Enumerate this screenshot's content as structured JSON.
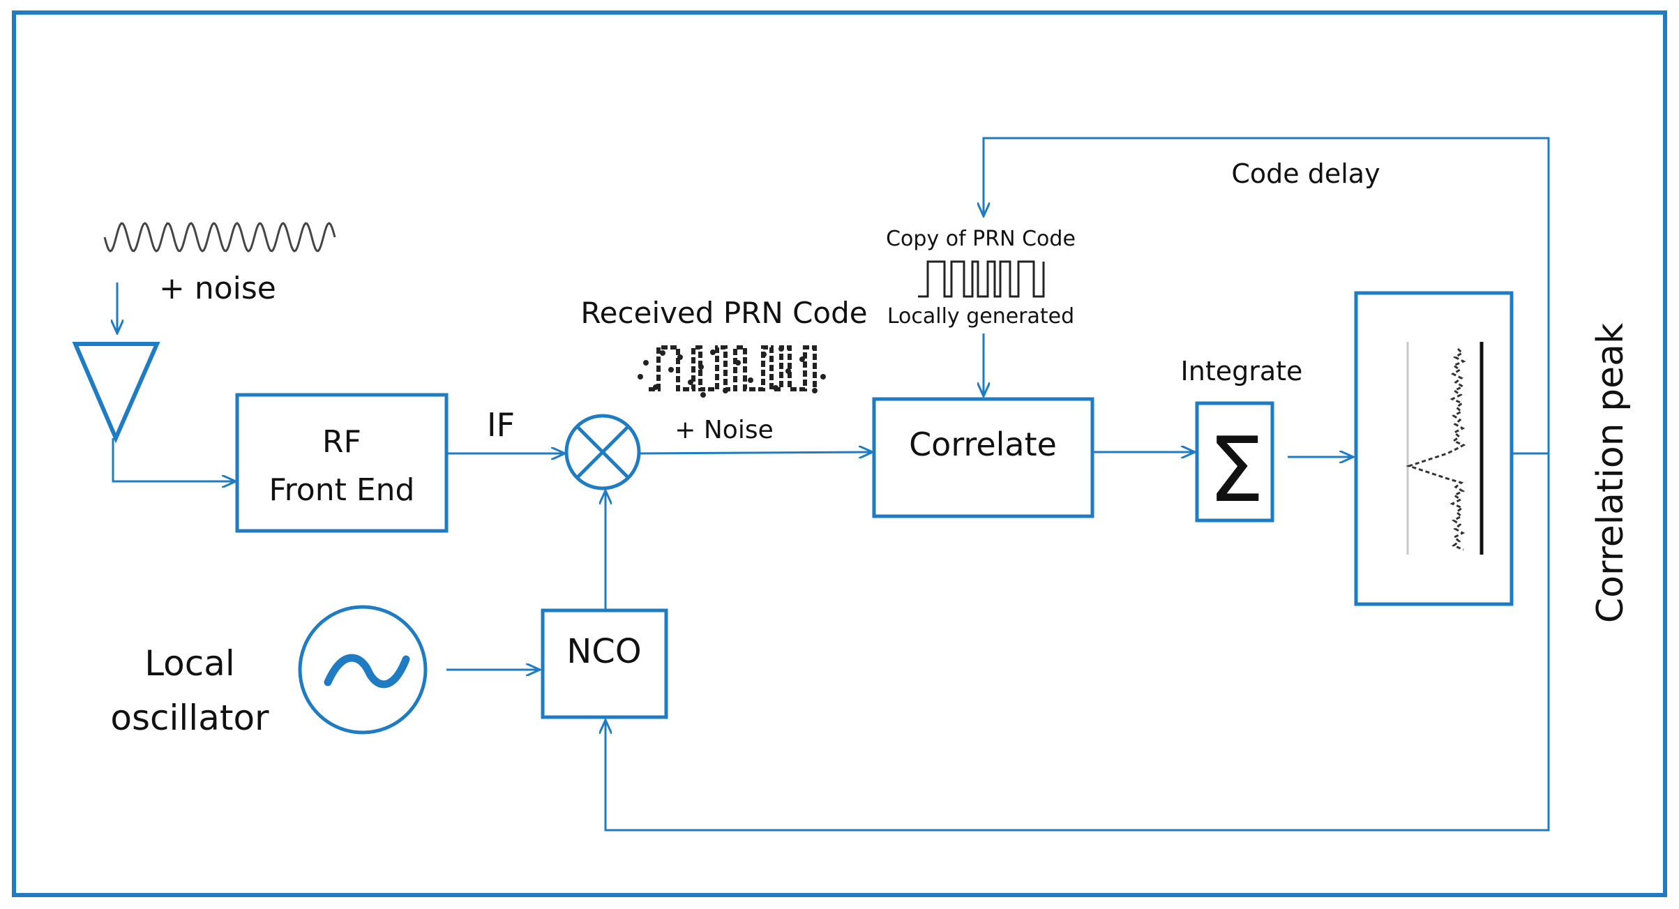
{
  "colors": {
    "line": "#1f7bc2",
    "border": "#1f7bc2",
    "text": "#111111",
    "signal": "#222222"
  },
  "labels": {
    "noise_plus": "+ noise",
    "if": "IF",
    "rf_line1": "RF",
    "rf_line2": "Front End",
    "received_prn": "Received PRN Code",
    "plus_noise": "+ Noise",
    "copy_prn": "Copy of PRN Code",
    "locally_generated": "Locally generated",
    "code_delay": "Code delay",
    "correlate": "Correlate",
    "integrate": "Integrate",
    "sigma": "Σ",
    "nco": "NCO",
    "local_line1": "Local",
    "local_line2": "oscillator",
    "correlation_peak": "Correlation peak"
  },
  "icons": {
    "antenna": "antenna-triangle-icon",
    "mixer": "mixer-x-circle-icon",
    "oscillator": "sine-circle-icon"
  }
}
